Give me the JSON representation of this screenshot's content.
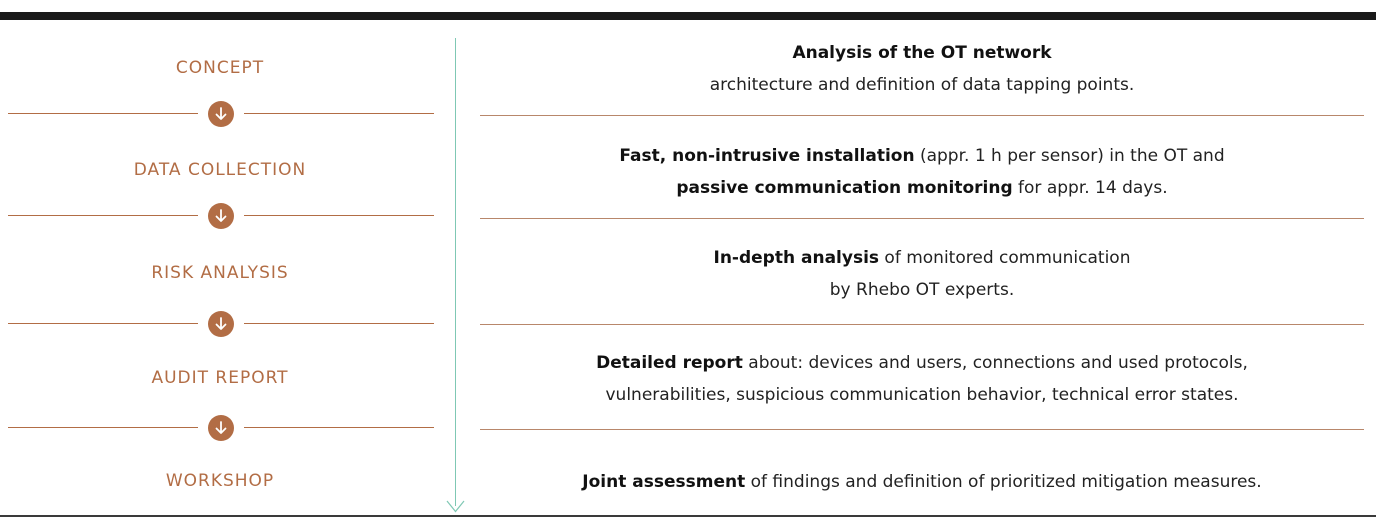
{
  "steps": [
    {
      "label": "CONCEPT"
    },
    {
      "label": "DATA COLLECTION"
    },
    {
      "label": "RISK ANALYSIS"
    },
    {
      "label": "AUDIT REPORT"
    },
    {
      "label": "WORKSHOP"
    }
  ],
  "descriptions": [
    {
      "bold1": "Analysis of the OT network",
      "text1": "",
      "bold2": "",
      "text2": "architecture and definition of data tapping points."
    },
    {
      "bold1": "Fast, non-intrusive installation",
      "text1": " (appr. 1 h per sensor) in the OT and",
      "bold2": "passive communication monitoring",
      "text2": " for appr. 14 days."
    },
    {
      "bold1": "In-depth analysis",
      "text1": " of monitored communication",
      "bold2": "",
      "text2": "by Rhebo OT experts."
    },
    {
      "bold1": "Detailed report",
      "text1": " about: devices and users, connections and used protocols,",
      "bold2": "",
      "text2": "vulnerabilities, suspicious communication behavior, technical error states."
    },
    {
      "bold1": "Joint assessment",
      "text1": " of findings and definition of prioritized mitigation measures."
    }
  ],
  "colors": {
    "accent": "#b26d45",
    "timeline": "#7fc8b4",
    "text": "#222222"
  },
  "icons": {
    "step_arrow": "arrow-down-circle-icon",
    "timeline_arrow": "chevron-down-icon"
  }
}
